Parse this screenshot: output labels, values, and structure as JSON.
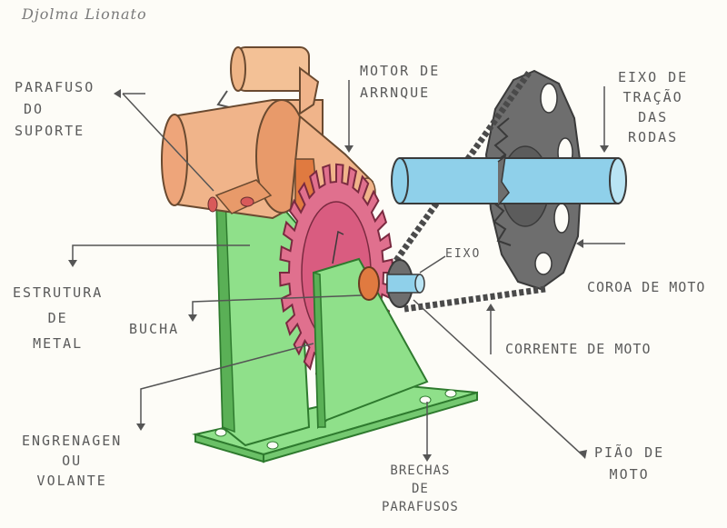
{
  "signature": "Djolma Lionato",
  "labels": {
    "parafuso": [
      "PARAFUSO",
      "DO",
      "SUPORTE"
    ],
    "motor": [
      "MOTOR DE",
      "ARRNQUE"
    ],
    "eixo_tracao": [
      "EIXO DE",
      "TRAÇÃO",
      "DAS",
      "RODAS"
    ],
    "estrutura": [
      "ESTRUTURA",
      "DE",
      "METAL"
    ],
    "bucha": "BUCHA",
    "eixo": "EIXO",
    "coroa": "COROA DE MOTO",
    "corrente": "CORRENTE DE MOTO",
    "engrenagem": [
      "ENGRENAGEN",
      "OU",
      "VOLANTE"
    ],
    "brechas": [
      "BRECHAS",
      "DE",
      "PARAFUSOS"
    ],
    "piao": [
      "PIÃO DE",
      "MOTO"
    ]
  },
  "colors": {
    "structure": "#8fe08a",
    "motor": "#f0b48a",
    "gear": "#e0708e",
    "shaft": "#8fd0ea",
    "sprocket": "#6e6e6e",
    "ink": "#5a5a5a"
  }
}
